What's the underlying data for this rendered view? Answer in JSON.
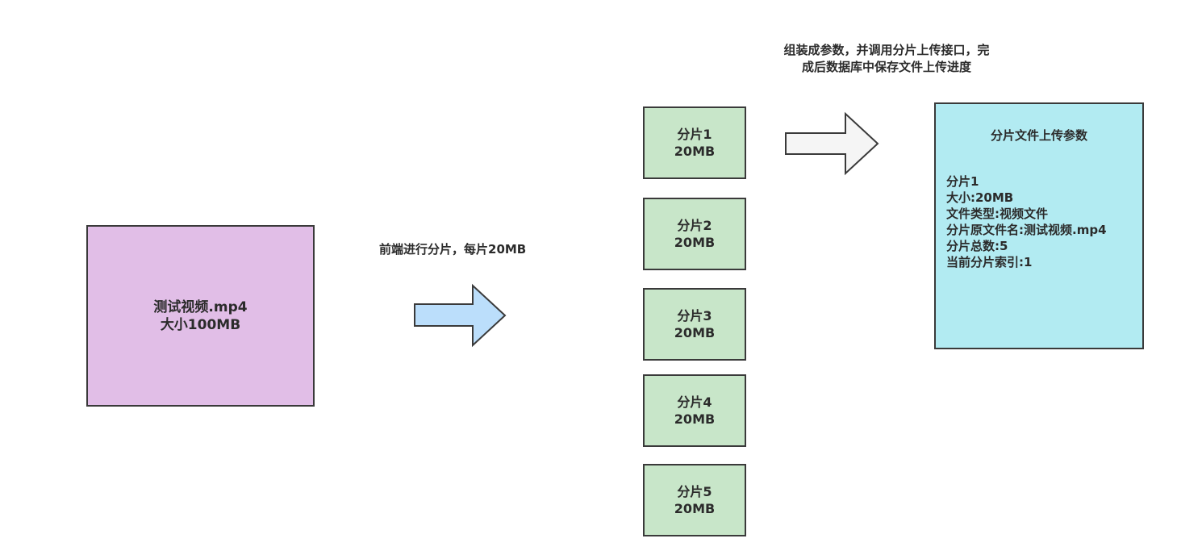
{
  "source_file": {
    "name": "测试视频.mp4",
    "size": "大小100MB",
    "color": "#e1bee7"
  },
  "split_label": "前端进行分片，每片20MB",
  "upload_label": {
    "line1": "组装成参数，并调用分片上传接口，完",
    "line2": "成后数据库中保存文件上传进度"
  },
  "chunks": [
    {
      "name": "分片1",
      "size": "20MB"
    },
    {
      "name": "分片2",
      "size": "20MB"
    },
    {
      "name": "分片3",
      "size": "20MB"
    },
    {
      "name": "分片4",
      "size": "20MB"
    },
    {
      "name": "分片5",
      "size": "20MB"
    }
  ],
  "params_card": {
    "title": "分片文件上传参数",
    "lines": [
      "分片1",
      "大小:20MB",
      "文件类型:视频文件",
      "分片原文件名:测试视频.mp4",
      "分片总数:5",
      "当前分片索引:1"
    ],
    "color": "#b2ebf2"
  },
  "colors": {
    "chunk": "#c8e6c9",
    "split_arrow": "#bbdefb",
    "upload_arrow": "#f5f5f5",
    "border": "#3a3a3a"
  }
}
